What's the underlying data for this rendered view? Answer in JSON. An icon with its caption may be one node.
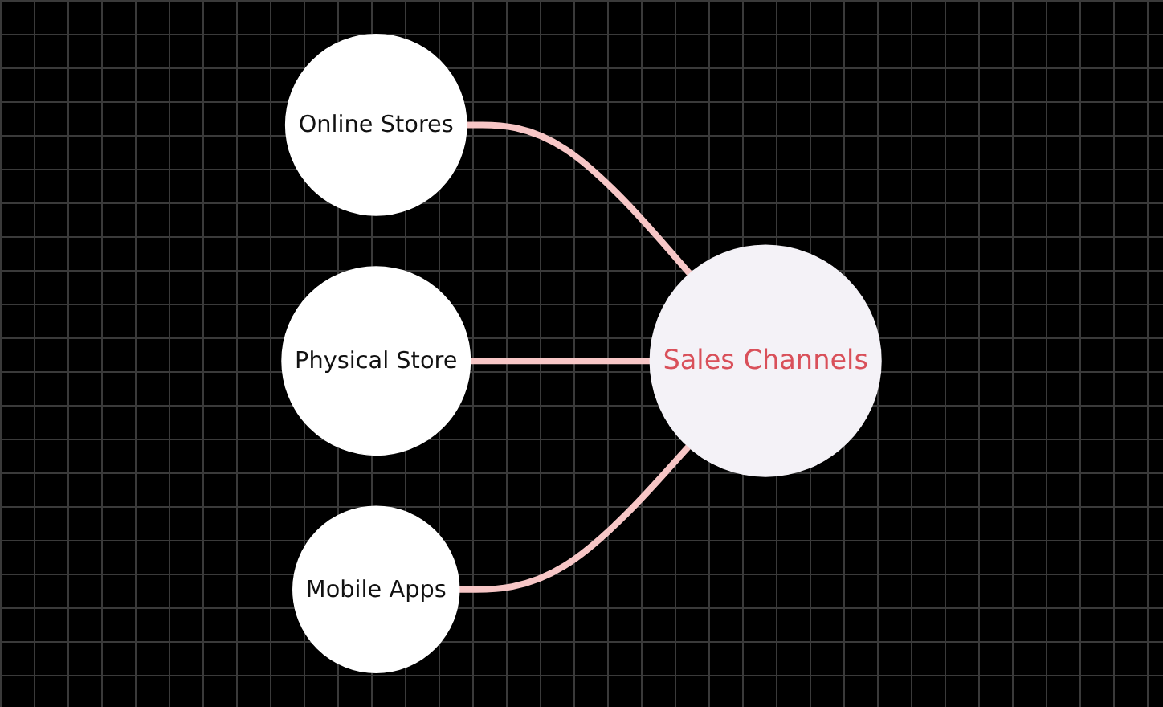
{
  "diagram": {
    "nodes": [
      {
        "text": [
          "Online Stores"
        ]
      },
      {
        "text": [
          "Physical Store"
        ]
      },
      {
        "text": [
          "Mobile Apps"
        ]
      },
      {
        "text": [
          "Sales Channels"
        ]
      }
    ],
    "edges": [
      {
        "from": 0,
        "to": 3,
        "arrow": "none"
      },
      {
        "from": 1,
        "to": 3,
        "arrow": "none"
      },
      {
        "from": 2,
        "to": 3,
        "arrow": "none"
      }
    ]
  }
}
